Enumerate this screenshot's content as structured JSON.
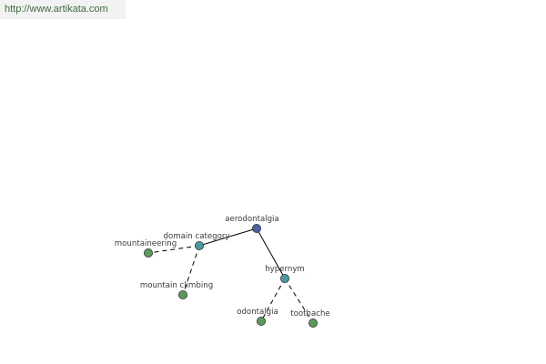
{
  "banner": {
    "url_text": "http://www.artikata.com"
  },
  "colors": {
    "root": "#4a5fa6",
    "relation": "#4a9aa0",
    "leaf": "#5a9a5a",
    "stroke": "#333333",
    "edge": "#000000"
  },
  "graph": {
    "nodes": [
      {
        "id": "aerodontalgia",
        "label": "aerodontalgia",
        "kind": "root"
      },
      {
        "id": "domain-category",
        "label": "domain category",
        "kind": "relation"
      },
      {
        "id": "hypernym",
        "label": "hypernym",
        "kind": "relation"
      },
      {
        "id": "mountaineering",
        "label": "mountaineering",
        "kind": "leaf"
      },
      {
        "id": "mountain-climbing",
        "label": "mountain climbing",
        "kind": "leaf"
      },
      {
        "id": "odontalgia",
        "label": "odontalgia",
        "kind": "leaf"
      },
      {
        "id": "toothache",
        "label": "toothache",
        "kind": "leaf"
      }
    ],
    "edges": [
      {
        "from": "aerodontalgia",
        "to": "domain-category",
        "style": "solid"
      },
      {
        "from": "aerodontalgia",
        "to": "hypernym",
        "style": "solid"
      },
      {
        "from": "domain-category",
        "to": "mountaineering",
        "style": "dashed"
      },
      {
        "from": "domain-category",
        "to": "mountain-climbing",
        "style": "dashed"
      },
      {
        "from": "hypernym",
        "to": "odontalgia",
        "style": "dashed"
      },
      {
        "from": "hypernym",
        "to": "toothache",
        "style": "dashed"
      }
    ]
  }
}
